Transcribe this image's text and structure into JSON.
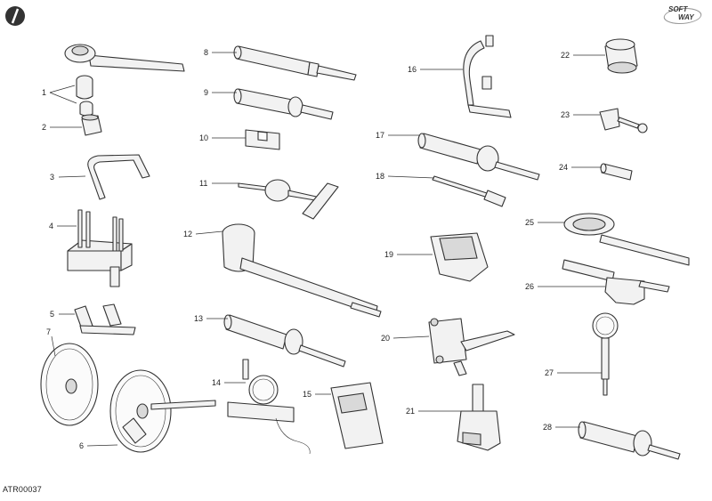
{
  "diagram": {
    "drawing_code": "ATR00037",
    "logo_line1": "SOFT",
    "logo_line2": "WAY",
    "callouts": [
      "1",
      "2",
      "3",
      "4",
      "5",
      "6",
      "7",
      "8",
      "9",
      "10",
      "11",
      "12",
      "13",
      "14",
      "15",
      "16",
      "17",
      "18",
      "19",
      "20",
      "21",
      "22",
      "23",
      "24",
      "25",
      "26",
      "27",
      "28"
    ]
  }
}
